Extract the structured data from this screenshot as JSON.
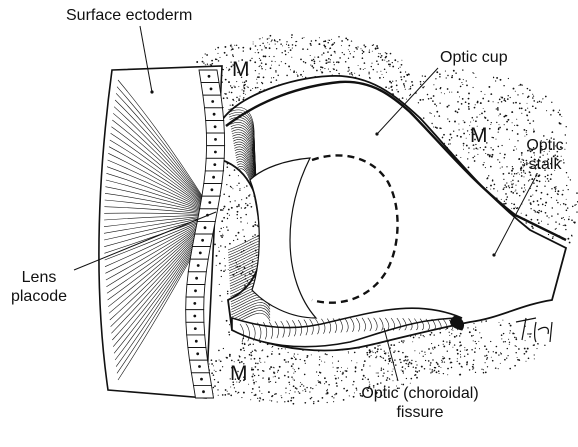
{
  "labels": {
    "surface_ectoderm": "Surface ectoderm",
    "optic_cup": "Optic cup",
    "optic_stalk_1": "Optic",
    "optic_stalk_2": "stalk",
    "lens_placode_1": "Lens",
    "lens_placode_2": "placode",
    "optic_fissure_1": "Optic (choroidal)",
    "optic_fissure_2": "fissure",
    "mesenchyme_top": "M",
    "mesenchyme_right": "M",
    "mesenchyme_bottom": "M"
  },
  "signature": "TH",
  "colors": {
    "ink": "#111111",
    "background": "#ffffff"
  }
}
